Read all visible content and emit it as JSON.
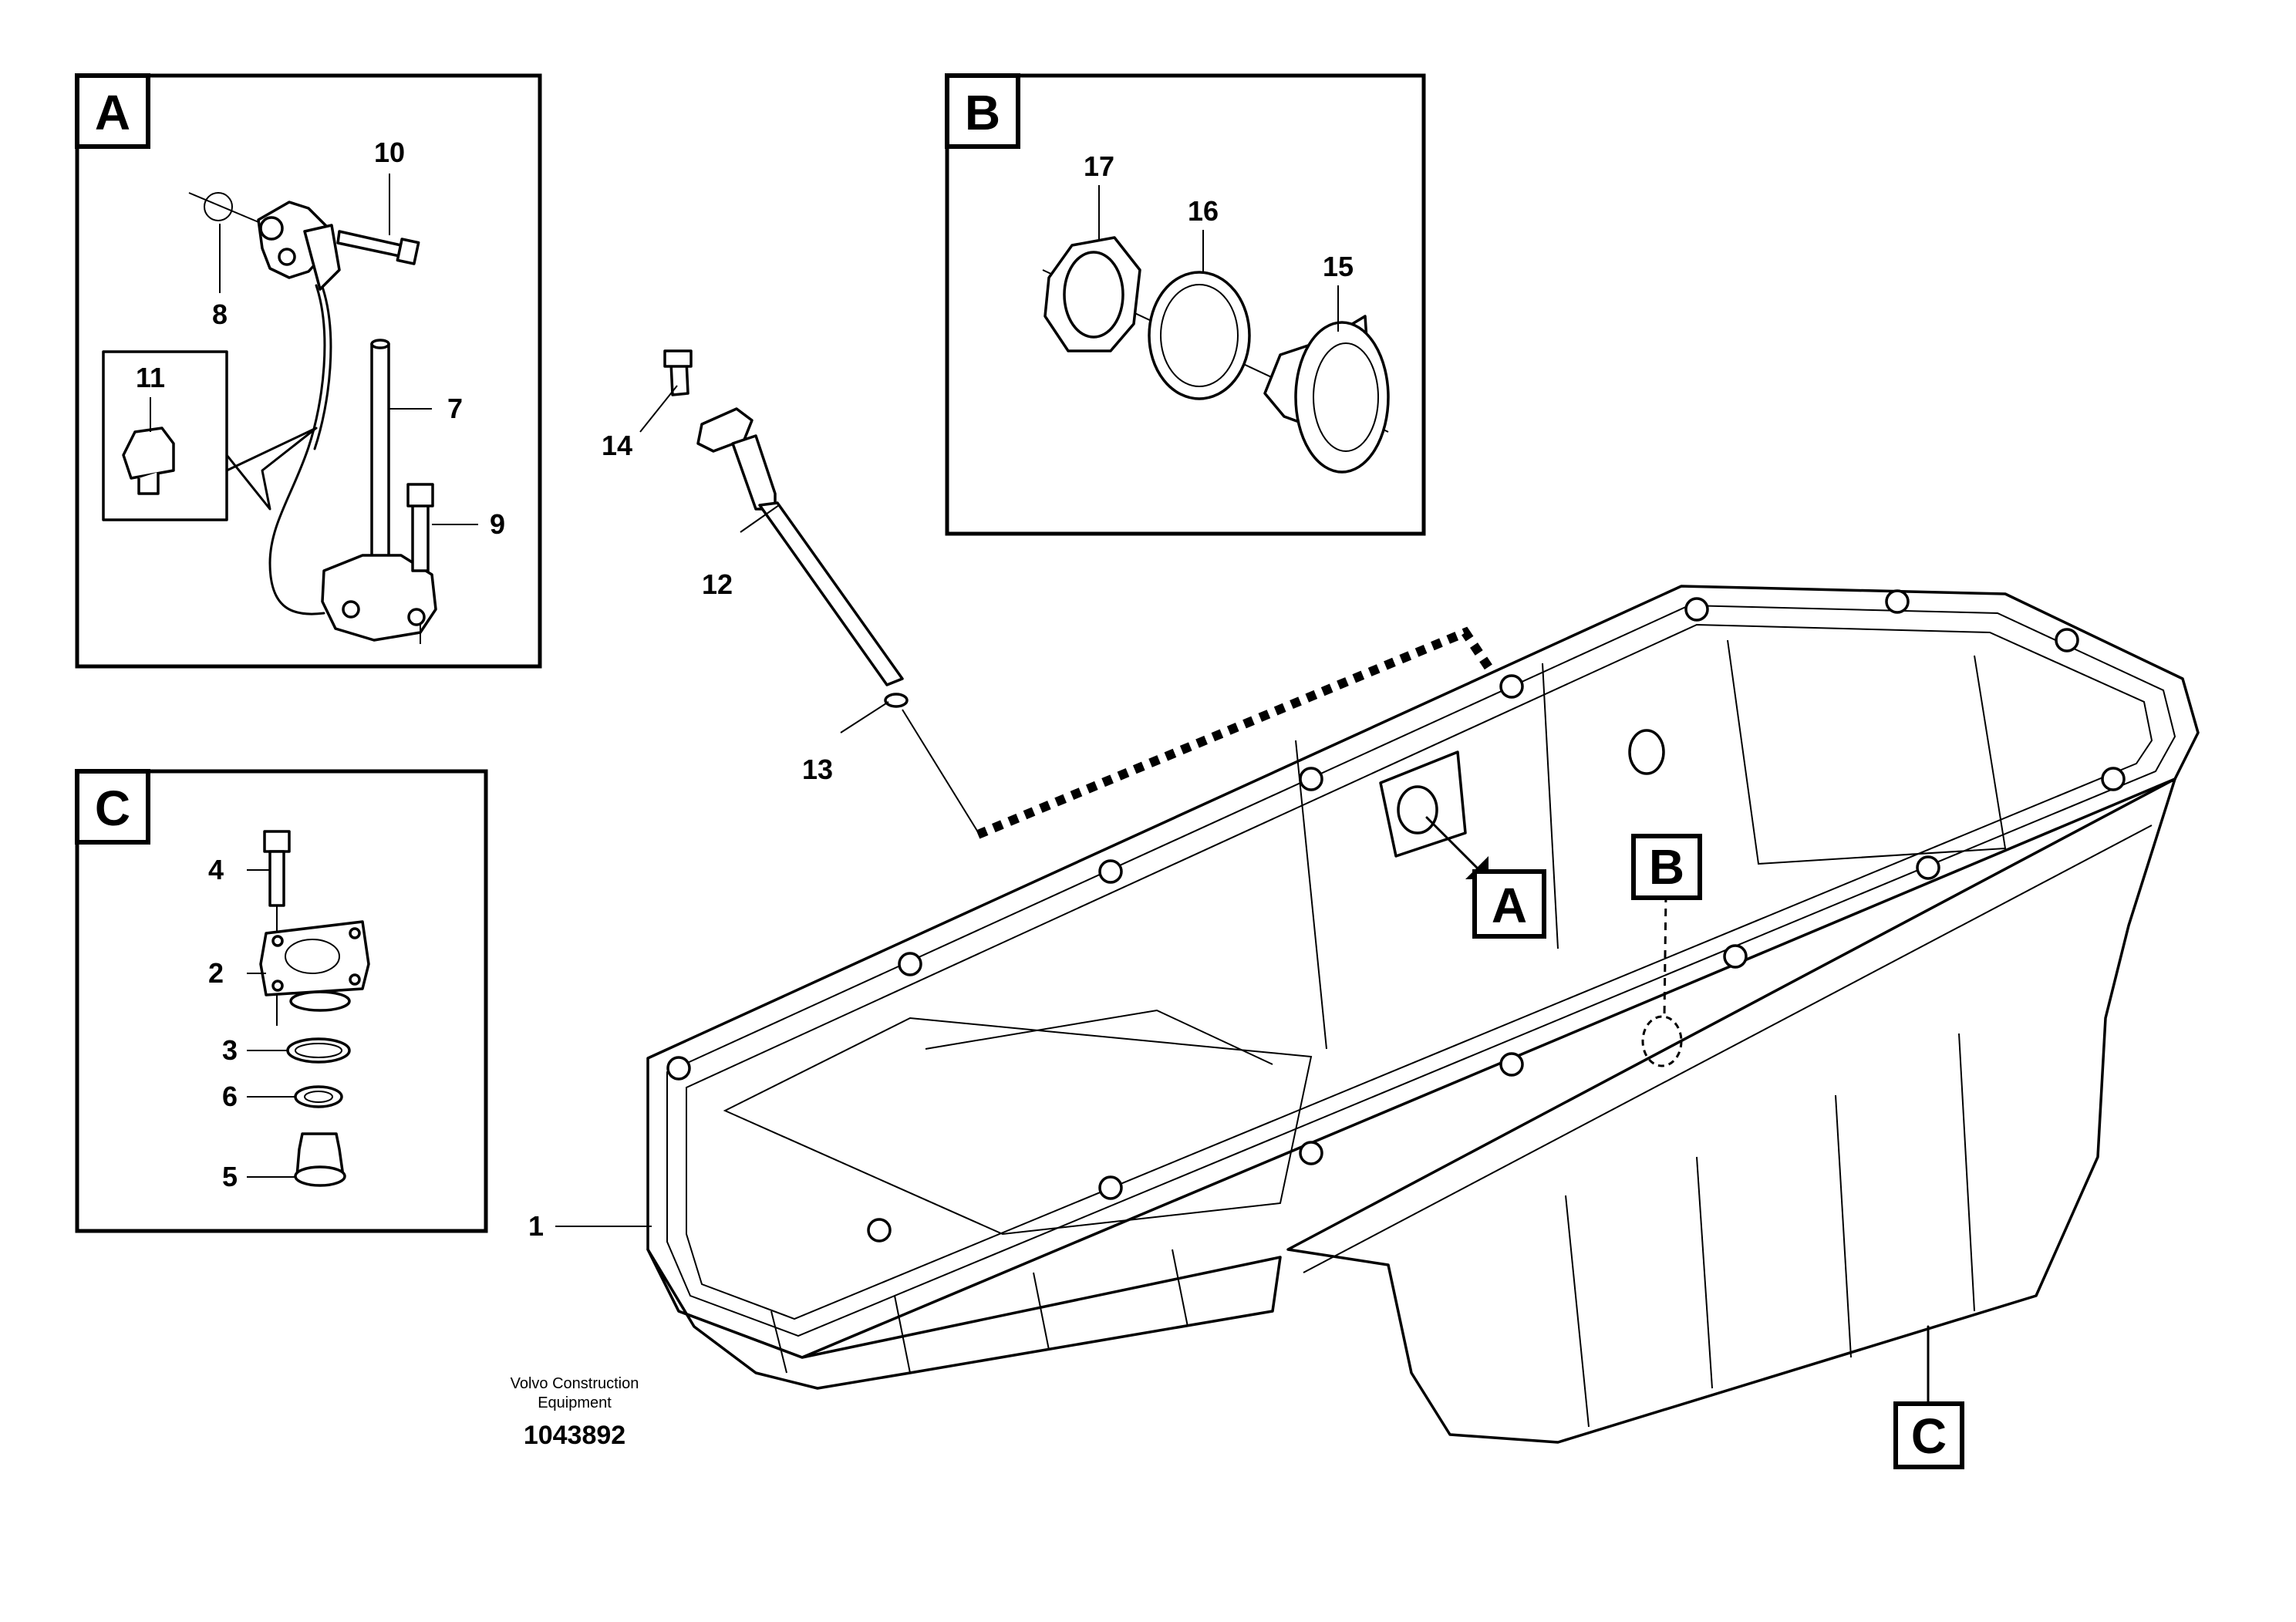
{
  "detail_views": [
    {
      "id": "A",
      "label": "A"
    },
    {
      "id": "B",
      "label": "B"
    },
    {
      "id": "C",
      "label": "C"
    }
  ],
  "callouts": {
    "A": [
      "10",
      "8",
      "11",
      "7",
      "9"
    ],
    "B": [
      "17",
      "16",
      "15"
    ],
    "C": [
      "4",
      "2",
      "3",
      "6",
      "5"
    ],
    "main": [
      "14",
      "12",
      "13",
      "1"
    ]
  },
  "reference_tags": [
    "A",
    "B",
    "C"
  ],
  "footer": {
    "company_line1": "Volvo Construction",
    "company_line2": "Equipment",
    "drawing_number": "1043892"
  }
}
